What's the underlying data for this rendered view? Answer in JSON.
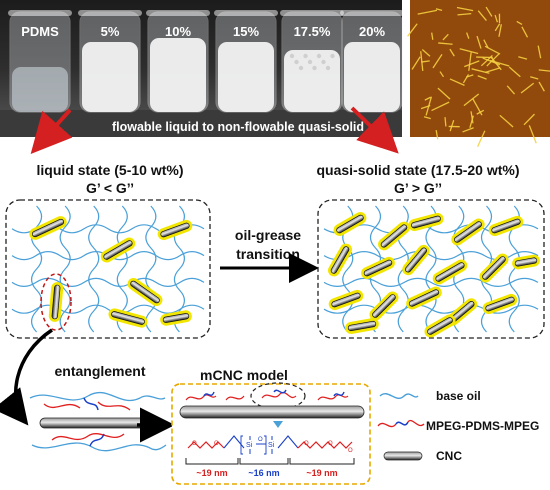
{
  "photo": {
    "vial_labels": [
      "PDMS",
      "5%",
      "10%",
      "15%",
      "17.5%",
      "20%"
    ],
    "caption": "flowable liquid to non-flowable quasi-solid"
  },
  "states": {
    "liquid": {
      "title": "liquid state (5-10 wt%)",
      "relation": "G’ < G’’"
    },
    "quasi": {
      "title": "quasi-solid state (17.5-20 wt%)",
      "relation": "G’ > G’’"
    }
  },
  "transition": {
    "line1": "oil-grease",
    "line2": "transition"
  },
  "entanglement_label": "entanglement",
  "model": {
    "title": "mCNC model",
    "segments": [
      "~19 nm",
      "~16 nm",
      "~19 nm"
    ],
    "si_label": "Si"
  },
  "legend": [
    {
      "label": "base oil",
      "color": "#4aa0d8"
    },
    {
      "label": "MPEG-PDMS-MPEG",
      "color": "#e02020"
    },
    {
      "label": "CNC",
      "color": "#333333"
    }
  ],
  "colors": {
    "highlight": "#f2e600",
    "arrow_red": "#d42020",
    "box_yellow": "#e8a800"
  }
}
